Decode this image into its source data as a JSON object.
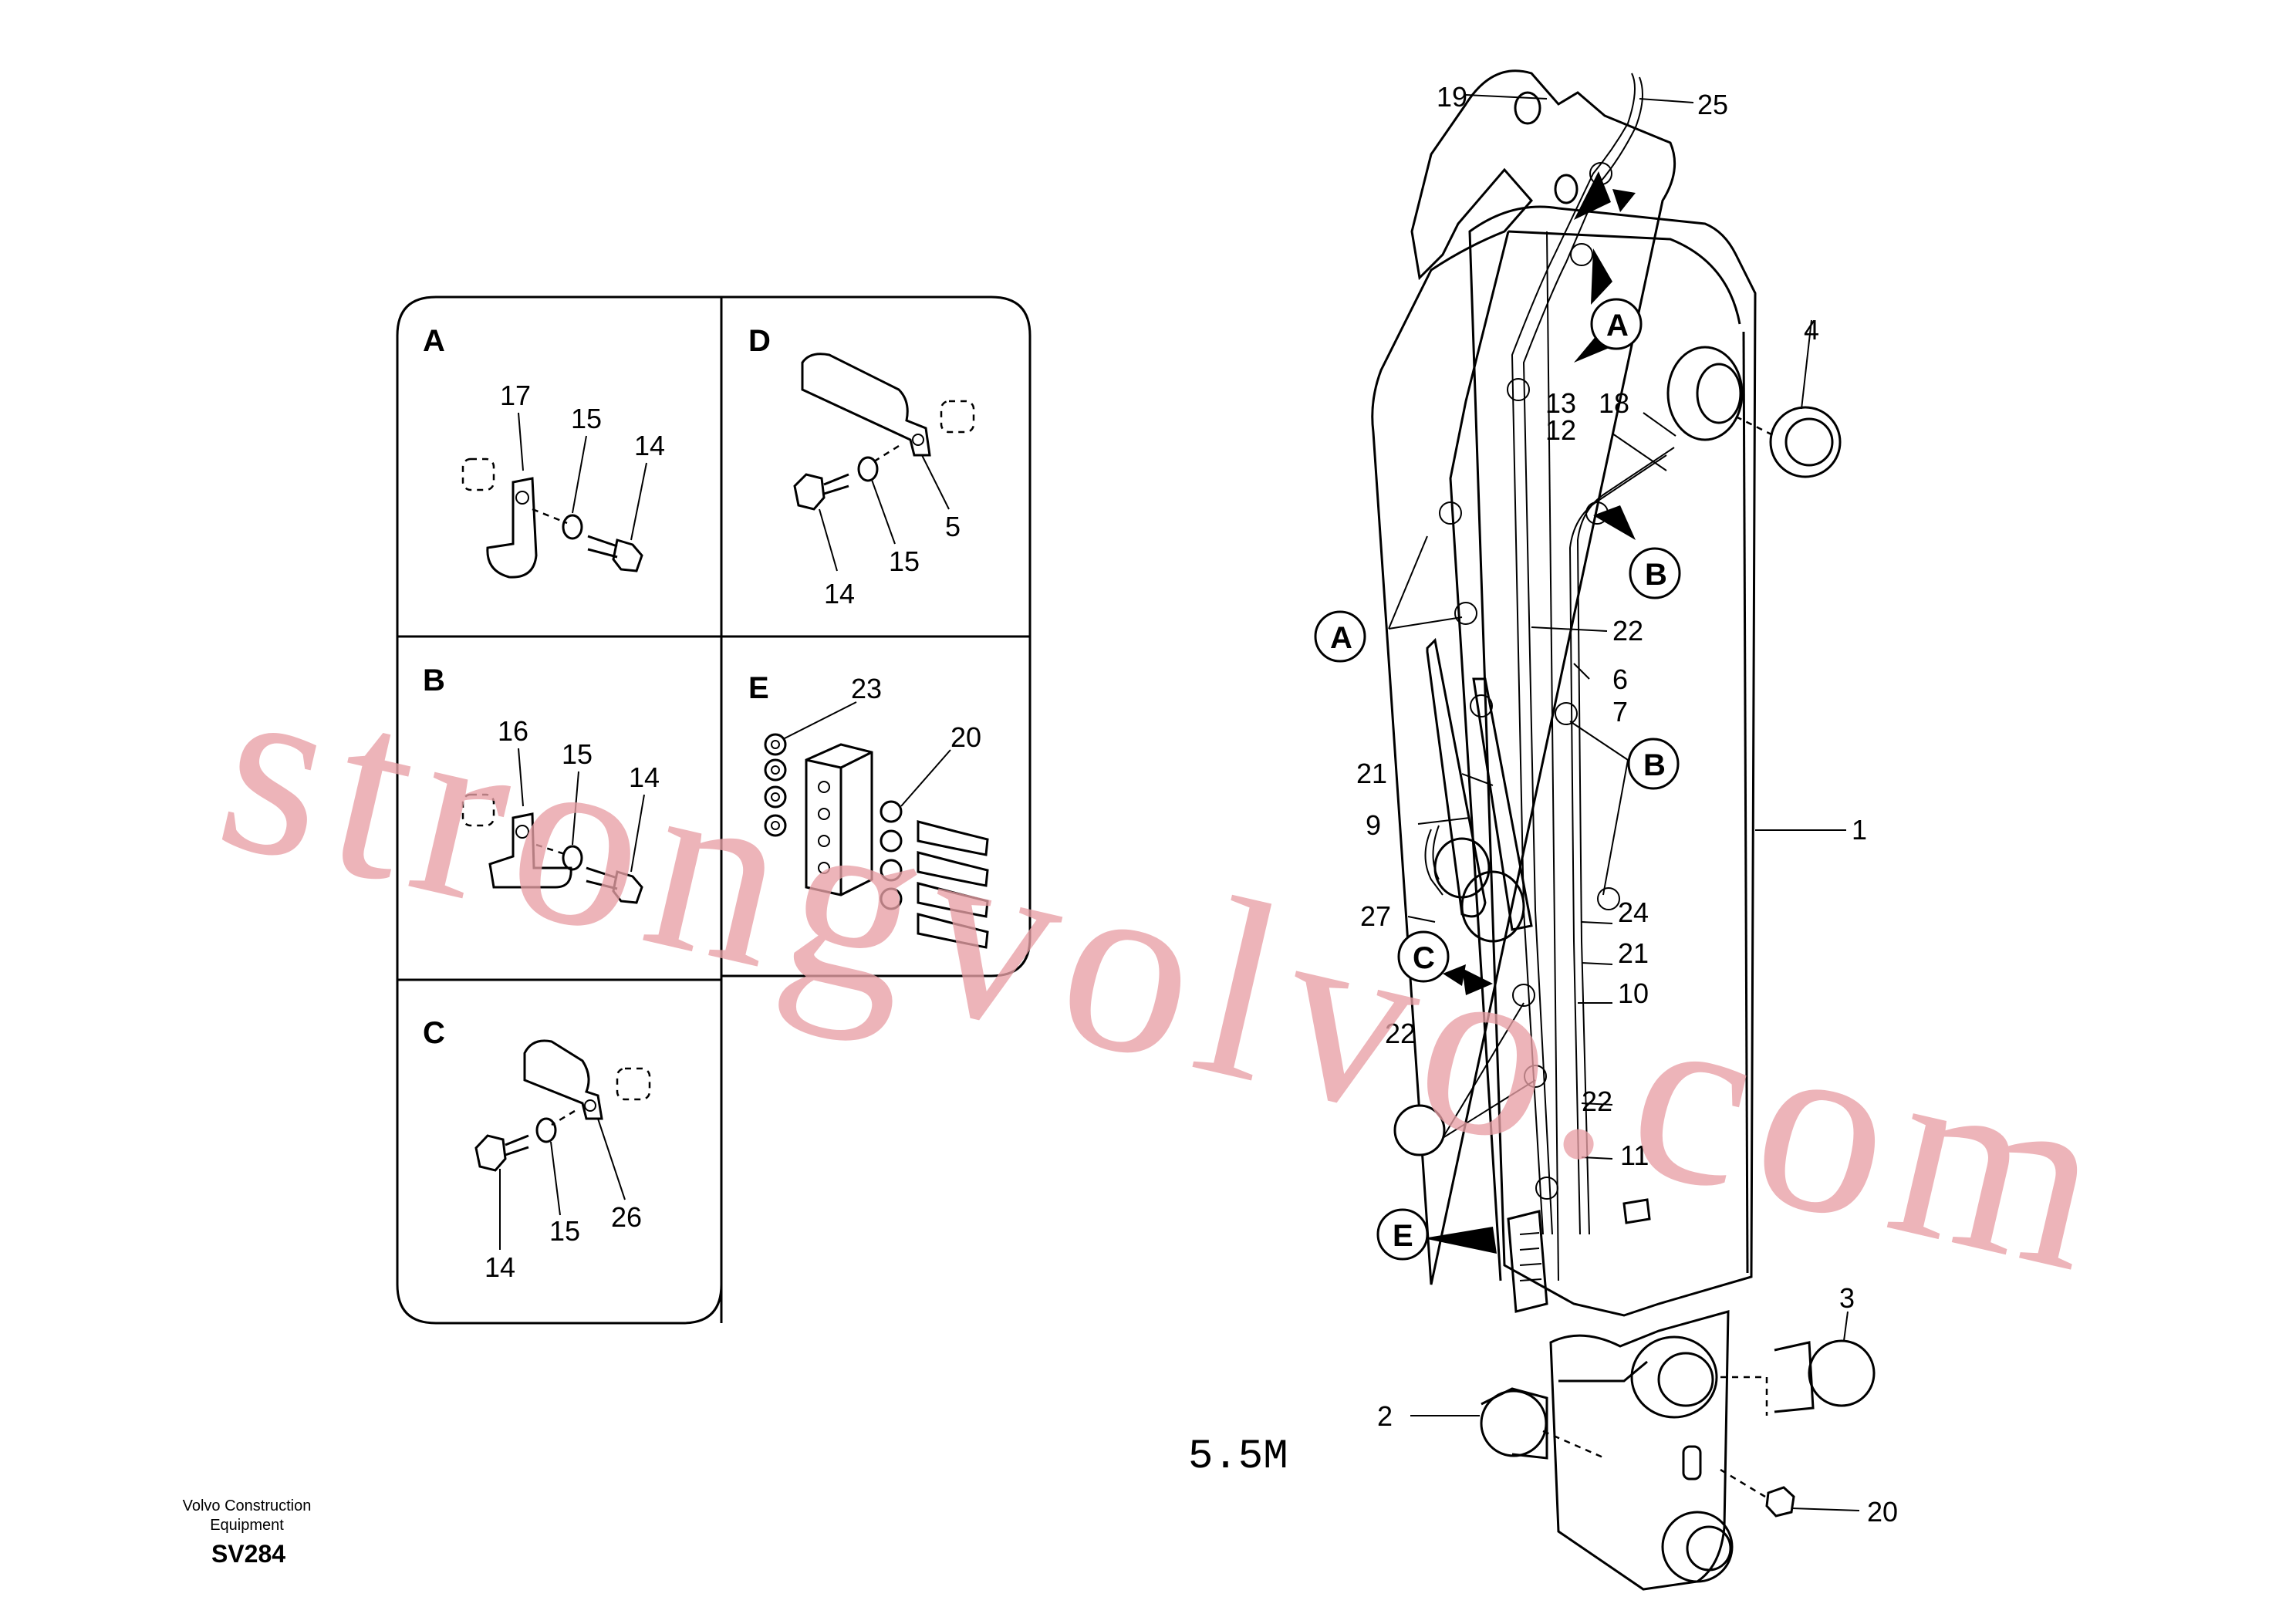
{
  "panel_labels": {
    "A": "A",
    "B": "B",
    "C": "C",
    "D": "D",
    "E": "E"
  },
  "panel_callouts": {
    "A": [
      "17",
      "15",
      "14"
    ],
    "B": [
      "16",
      "15",
      "14"
    ],
    "C": [
      "14",
      "15",
      "26"
    ],
    "D": [
      "5",
      "15",
      "14"
    ],
    "E": [
      "23",
      "20"
    ]
  },
  "main_callouts": {
    "c19": "19",
    "c25": "25",
    "c4": "4",
    "c13": "13",
    "c18": "18",
    "c12": "12",
    "c22a": "22",
    "c6": "6",
    "c7": "7",
    "c21a": "21",
    "c9": "9",
    "c27": "27",
    "c24": "24",
    "c21b": "21",
    "c10": "10",
    "c22b": "22",
    "c22c": "22",
    "c11": "11",
    "c1": "1",
    "c3": "3",
    "c2": "2",
    "c20": "20"
  },
  "view_markers": {
    "A_top": "A",
    "B_top": "B",
    "A_left": "A",
    "B_right": "B",
    "C_left": "C",
    "E_left": "E"
  },
  "boom_length": "5.5M",
  "brand_line1": "Volvo Construction",
  "brand_line2": "Equipment",
  "diagram_code": "SV284",
  "watermark": "strongvolvo.com"
}
